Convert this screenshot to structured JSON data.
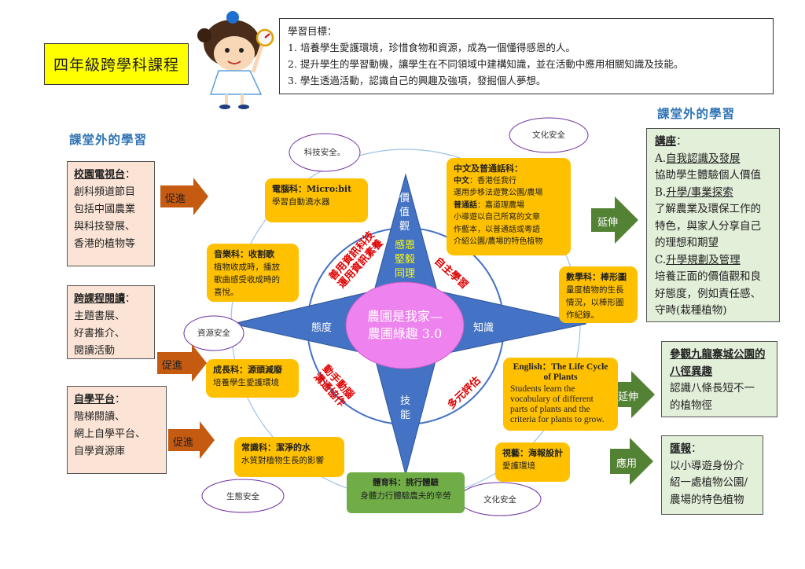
{
  "title": "四年級跨學科課程",
  "objectives": {
    "heading": "學習目標：",
    "items": [
      "1.  培養學生愛護環境，珍惜食物和資源，成為一個懂得感恩的人。",
      "2.  提升學生的學習動機，讓學生在不同領域中建構知識，並在活動中應用相關知識及技能。",
      "3.  學生透過活動，認識自己的興趣及強項，發掘個人夢想。"
    ]
  },
  "left_heading": "課堂外的學習",
  "right_heading": "課堂外的學習",
  "left_boxes": [
    {
      "title": "校園電視台",
      "colon": "：",
      "lines": [
        "創科頻道節目",
        "包括中國農業",
        "與科技發展、",
        "香港的植物等"
      ]
    },
    {
      "title": "跨課程閱讀",
      "colon": "：",
      "lines": [
        "主題書展、",
        "好書推介、",
        "閱讀活動"
      ]
    },
    {
      "title": "自學平台",
      "colon": "：",
      "lines": [
        "階梯閱讀、",
        "網上自學平台、",
        "自學資源庫"
      ]
    }
  ],
  "left_arrows": [
    "促進",
    "促進",
    "促進"
  ],
  "right_arrows": [
    "延伸",
    "延伸",
    "應用"
  ],
  "right_boxes": [
    {
      "title": "講座",
      "colon": "：",
      "lines": [
        "A.",
        "自我認識及發展",
        "協助學生體驗個人價值",
        "B.",
        "升學/事業探索",
        "了解農業及環保工作的",
        "特色，與家人分享自己",
        "的理想和期望",
        "C.",
        "升學規劃及管理",
        "培養正面的價值觀和良",
        "好態度，例如責任感、",
        "守時(栽種植物)"
      ]
    },
    {
      "title": "參觀九龍寨城公園的八徑異趣",
      "lines": [
        "認識八條長短不一",
        "的植物徑"
      ]
    },
    {
      "title": "匯報",
      "colon": "：",
      "lines": [
        "以小導遊身份介",
        "紹一處植物公園/",
        "農場的特色植物"
      ]
    }
  ],
  "center": {
    "line1": "農圃是我家—",
    "line2": "農圃綠趣 3.0"
  },
  "compass": {
    "north": [
      "價",
      "值",
      "觀"
    ],
    "north_yellow": [
      "感恩",
      "堅毅",
      "同理"
    ],
    "south": [
      "技",
      "能"
    ],
    "west": "態度",
    "east": "知識"
  },
  "ring_labels": {
    "top_left": [
      "善用資訊科技",
      "運用資訊素養"
    ],
    "top_right": "自主學習",
    "bottom_left": [
      "動手動腦",
      "溝通協作"
    ],
    "bottom_right": "多元評估"
  },
  "bubbles": {
    "tech_safety": "科技安全。",
    "culture_safety_top": "文化安全",
    "resource_safety": "資源安全",
    "eco_safety": "生態安全",
    "culture_safety_bottom": "文化安全"
  },
  "subjects": {
    "computer": {
      "title": "電腦科：Micro:bit",
      "text": "學習自動澆水器"
    },
    "chinese": {
      "title": "中文及普通話科：",
      "l1_bold": "中文",
      "l1": "：香港任我行",
      "l2": "運用步移法遊覽公園/農場",
      "l3_bold": "普通話",
      "l3": "：嘉道理農場",
      "l4": "小導遊以自己所寫的文章",
      "l5": "作藍本，以普通話或粵語",
      "l6": "介紹公園/農場的特色植物"
    },
    "music": {
      "title": "音樂科：收割歌",
      "lines": [
        "植物收成時，播放",
        "歌曲感受收成時的",
        "喜悅。"
      ]
    },
    "math": {
      "title": "數學科：棒形圖",
      "lines": [
        "量度植物的生長",
        "情況，以棒形圖",
        "作紀錄。"
      ]
    },
    "growth": {
      "title": "成長科：源頭減廢",
      "text": "培養學生愛護環境"
    },
    "english": {
      "title": "English：The Life Cycle",
      "title2": "of Plants",
      "lines": [
        "Students learn the",
        "vocabulary of different",
        "parts of plants and the",
        "criteria for plants to grow."
      ]
    },
    "general": {
      "title": "常識科：潔淨的水",
      "text": "水質對植物生長的影響"
    },
    "art": {
      "title": "視藝：海報設計",
      "text": "愛護環境"
    },
    "pe": {
      "title": "體育科：挑行體驗",
      "text": "身體力行體驗農夫的辛勞"
    }
  },
  "colors": {
    "star": "#4472c4",
    "center_circle": "#ee82ee",
    "yellow_box": "#ffc000",
    "green_box": "#70ad47",
    "pink_box": "#fbe4d5",
    "right_box": "#e2efd9",
    "left_arrow": "#c55a11",
    "right_arrow": "#548235",
    "title_bg": "#ffff00",
    "ring_red": "#e00000"
  }
}
